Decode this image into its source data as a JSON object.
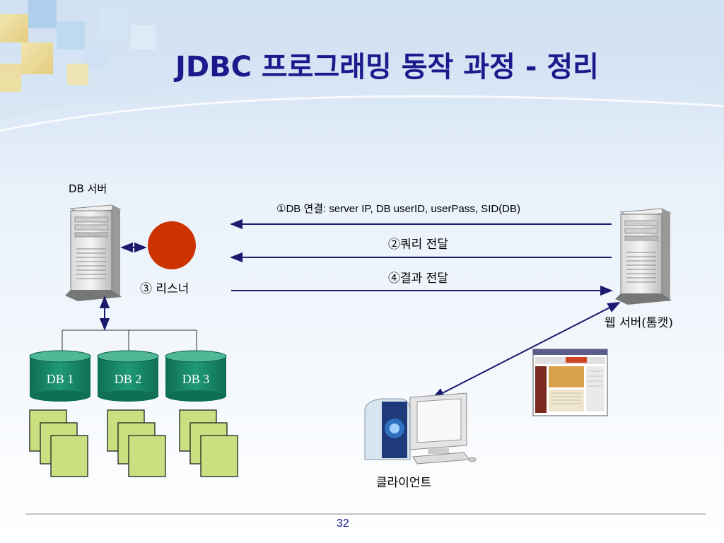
{
  "slide": {
    "title": "JDBC 프로그래밍 동작 과정 - 정리",
    "page_number": "32"
  },
  "nodes": {
    "db_server_label": "DB 서버",
    "listener_label": "③ 리스너",
    "web_server_label": "웹 서버(톰캣)",
    "client_label": "클라이언트",
    "databases": [
      "DB 1",
      "DB 2",
      "DB 3"
    ]
  },
  "steps": {
    "step1": "①DB 연결: server IP,  DB userID, userPass, SID(DB)",
    "step2": "②쿼리 전달",
    "step4": "④결과 전달"
  },
  "colors": {
    "title": "#1a1a8c",
    "arrow": "#1a1a6e",
    "listener": "#cc3300",
    "db_cylinder": "#1c8a6a",
    "document": "#cadf7f"
  }
}
